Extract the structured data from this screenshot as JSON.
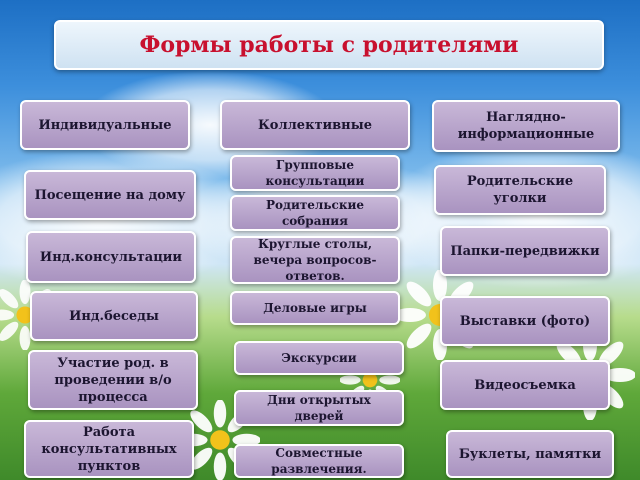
{
  "title": "Формы работы с родителями",
  "columns": [
    {
      "header": "Индивидуальные",
      "items": [
        "Посещение на дому",
        "Инд.консультации",
        "Инд.беседы",
        "Участие род. в проведении в/о процесса",
        "Работа консультативных пунктов"
      ]
    },
    {
      "header": "Коллективные",
      "items": [
        "Групповые консультации",
        "Родительские собрания",
        "Круглые столы, вечера вопросов-ответов.",
        "Деловые игры",
        "Экскурсии",
        "Дни открытых дверей",
        "Совместные развлечения."
      ]
    },
    {
      "header": "Наглядно-информационные",
      "items": [
        "Родительские уголки",
        "Папки-передвижки",
        "Выставки (фото)",
        "Видеосъемка",
        "Буклеты, памятки"
      ]
    }
  ],
  "colors": {
    "title_text": "#c8102e",
    "box_fill": "#b8a6cc",
    "box_border": "#ffffff",
    "box_text": "#1c1530"
  }
}
